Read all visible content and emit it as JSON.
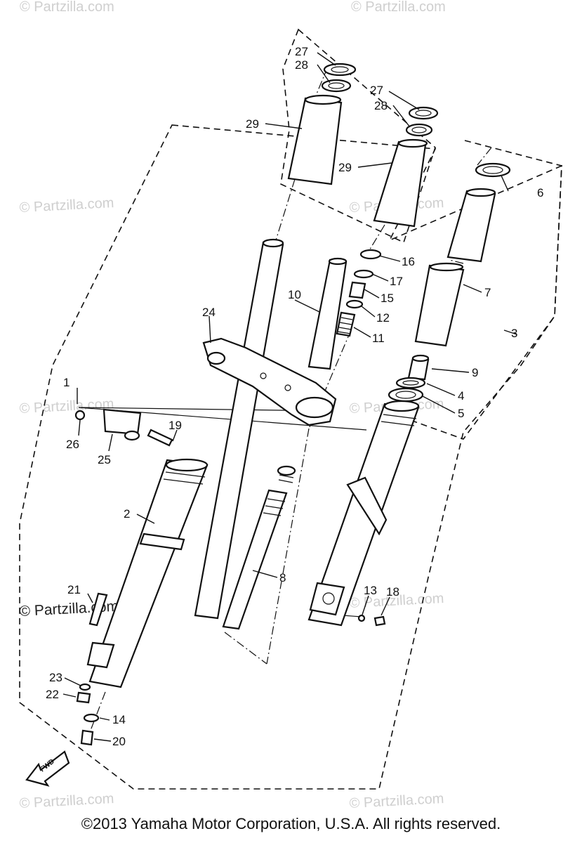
{
  "watermarks": {
    "text": "© Partzilla.com"
  },
  "callouts": {
    "c1": "1",
    "c2": "2",
    "c3": "3",
    "c4": "4",
    "c5": "5",
    "c6": "6",
    "c7": "7",
    "c8": "8",
    "c9": "9",
    "c10": "10",
    "c11": "11",
    "c12": "12",
    "c13": "13",
    "c14": "14",
    "c15": "15",
    "c16": "16",
    "c17": "17",
    "c18": "18",
    "c19": "19",
    "c20": "20",
    "c21": "21",
    "c22": "22",
    "c23": "23",
    "c24": "24",
    "c25": "25",
    "c26": "26",
    "c27a": "27",
    "c28a": "28",
    "c27b": "27",
    "c28b": "28",
    "c29a": "29",
    "c29b": "29"
  },
  "fwd_label": "FWD",
  "copyright": "©2013 Yamaha Motor Corporation, U.S.A. All rights reserved."
}
